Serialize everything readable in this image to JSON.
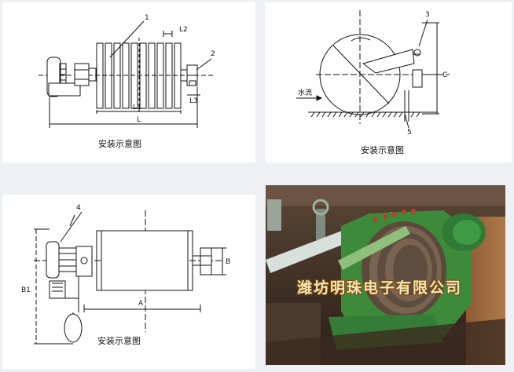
{
  "panels": {
    "top_left": {
      "caption": "安装示意图",
      "labels": {
        "n1": "1",
        "n2": "2",
        "L2": "L2",
        "L3": "L3",
        "L1": "L1",
        "L": "L"
      }
    },
    "top_right": {
      "caption": "安装示意图",
      "labels": {
        "n3": "3",
        "n5": "5",
        "C": "C",
        "water": "水流"
      }
    },
    "bottom_left": {
      "caption": "安装示意图",
      "labels": {
        "n4": "4",
        "B": "B",
        "B1": "B1",
        "A": "A"
      }
    },
    "bottom_right": {
      "watermark": "潍坊明珠电子有限公司"
    }
  }
}
